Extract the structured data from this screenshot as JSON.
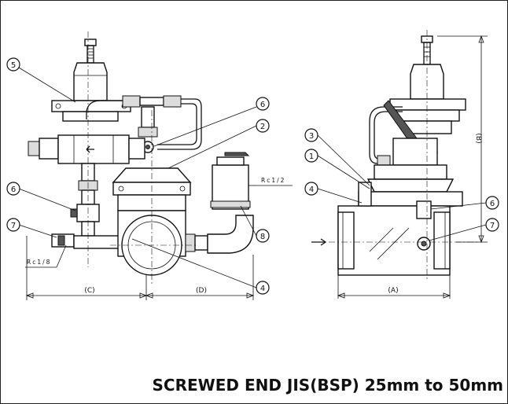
{
  "caption": "SCREWED END JIS(BSP) 25mm to 50mm",
  "part_callouts": {
    "c1": "1",
    "c2": "2",
    "c3": "3",
    "c4a": "4",
    "c4b": "4",
    "c5": "5",
    "c6a": "6",
    "c6b": "6",
    "c6c": "6",
    "c7a": "7",
    "c7b": "7",
    "c8": "8"
  },
  "dimension_labels": {
    "a": "(A)",
    "b": "(B)",
    "c": "(C)",
    "d": "(D)"
  },
  "thread_labels": {
    "rc_half": "Rc1/2",
    "rc_eighth": "Rc1/8"
  }
}
